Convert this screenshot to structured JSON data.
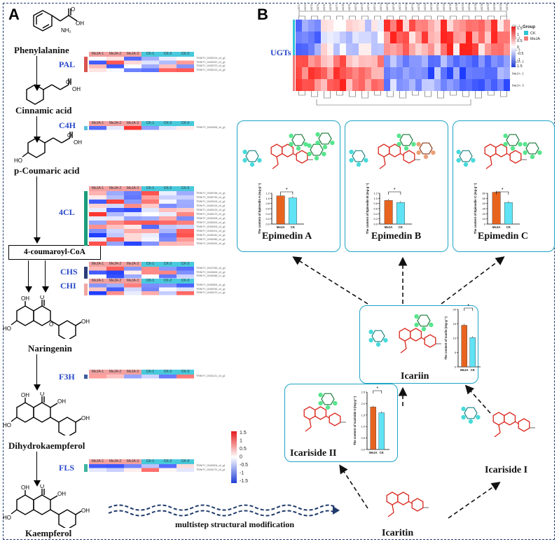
{
  "panels": {
    "a": "A",
    "b": "B"
  },
  "pathway": {
    "compounds": [
      "Phenylalanine",
      "Cinnamic acid",
      "p-Coumaric acid",
      "4-coumaroyl-CoA",
      "Naringenin",
      "Dihydrokaempferol",
      "Kaempferol"
    ],
    "enzymes": [
      "PAL",
      "C4H",
      "4CL",
      "CHS",
      "CHI",
      "F3H",
      "FLS"
    ],
    "heatmap_cols": [
      "MeJA-1",
      "MeJA-2",
      "MeJA-3",
      "CK-1",
      "CK-2",
      "CK-3"
    ],
    "gene_ids": {
      "pal": [
        "TRINITY_DN32214_c0_g1",
        "TRINITY_DN31997_c0_g1",
        "TRINITY_DN32270_c0_g1",
        "TRINITY_DN32214_c0_g2"
      ],
      "c4h": [
        "TRINITY_DN31833_c0_g1"
      ],
      "fcl": [
        "TRINITY_DN30765_c0_g1",
        "TRINITY_DN30730_c0_g1",
        "TRINITY_DN29100_c0_g1",
        "TRINITY_DN30115_c0_g1",
        "TRINITY_DN29120_c0_g1",
        "TRINITY_DN30170_c0_g1",
        "TRINITY_DN32305_c0_g1",
        "TRINITY_DN32400_c0_g1",
        "TRINITY_DN32000_c0_g1",
        "TRINITY_DN31001_c0_g1",
        "TRINITY_DN32240_c0_g1",
        "TRINITY_DN32480_c0_g1",
        "TRINITY_DN29020_c0_g1"
      ],
      "chs": [
        "TRINITY_DN27330_c0_g2",
        "TRINITY_DN31800_c0_g1",
        "TRINITY_DN31848_c1_g1"
      ],
      "chi": [
        "TRINITY_DN30800_c0_g1",
        "TRINITY_DN30030_c0_g1",
        "TRINITY_DN32070_c1_g1"
      ],
      "f3h": [
        "TRINITY_DN31121_c0_g1"
      ],
      "fls": [
        "TRINITY_DN33304_c0_g1",
        "TRINITY_DN31170_c0_g1"
      ]
    },
    "colorbar_ticks": [
      "1.5",
      "1",
      "0.5",
      "0",
      "-0.5",
      "-1",
      "-1.5"
    ],
    "bottom_arrow_label": "multistep structural modification"
  },
  "ugt_heatmap": {
    "side_label": "UGTs",
    "rows": [
      "CK- 1",
      "CK- 2",
      "CK- 3",
      "MeJA- 2",
      "MeJA- 1",
      "MeJA- 3"
    ],
    "legend_title": "Group",
    "groups": [
      "CK",
      "MeJA"
    ],
    "scale_ticks": [
      "1.5",
      "1",
      "0.5",
      "0",
      "-0.5",
      "-1",
      "1.5"
    ],
    "group_colors": {
      "ck": "#2fc6d6",
      "meja": "#f07a7a"
    }
  },
  "products": {
    "epimedin_a": {
      "name": "Epimedin A",
      "ylabel": "The content of Epimedin A (mg·g⁻¹)",
      "yticks": [
        "0.0",
        "0.2",
        "0.4",
        "0.6",
        "0.8",
        "1.0",
        "1.2"
      ],
      "sig": "*"
    },
    "epimedin_b": {
      "name": "Epimedin B",
      "ylabel": "The content of Epimedin B (mg·g⁻¹)",
      "yticks": [
        "0.0",
        "0.2",
        "0.4",
        "0.6",
        "0.8",
        "1.0",
        "1.2"
      ],
      "sig": "*"
    },
    "epimedin_c": {
      "name": "Epimedin C",
      "ylabel": "The content of Epimedin C (mg·g⁻¹)",
      "yticks": [
        "0",
        "10",
        "20",
        "30",
        "40",
        "50",
        "60"
      ],
      "sig": "*"
    },
    "icariin": {
      "name": "Icariin",
      "ylabel": "The content of Icariin (mg·g⁻¹)",
      "yticks": [
        "0",
        "5",
        "10",
        "15",
        "20"
      ],
      "sig": "*"
    },
    "icariside_ii": {
      "name": "Icariside II",
      "ylabel": "The content of Icariside II (mg·g⁻¹)",
      "yticks": [
        "0.0",
        "0.5",
        "1.0",
        "1.5",
        "2.0",
        "2.5"
      ],
      "sig": "*"
    },
    "icariside_i": {
      "name": "Icariside I"
    },
    "icaritin": {
      "name": "Icaritin"
    },
    "bar_categories": [
      "MeJA",
      "CK"
    ],
    "bar_colors": {
      "meja": "#e8641e",
      "ck": "#5fe3f5"
    }
  },
  "chart_data": [
    {
      "type": "bar",
      "categories": [
        "MeJA",
        "CK"
      ],
      "values": [
        1.1,
        1.02
      ],
      "ylim": [
        0,
        1.2
      ],
      "ylabel": "The content of Epimedin A (mg·g⁻¹)"
    },
    {
      "type": "bar",
      "categories": [
        "MeJA",
        "CK"
      ],
      "values": [
        0.92,
        0.84
      ],
      "ylim": [
        0,
        1.2
      ],
      "ylabel": "The content of Epimedin B (mg·g⁻¹)"
    },
    {
      "type": "bar",
      "categories": [
        "MeJA",
        "CK"
      ],
      "values": [
        62,
        42
      ],
      "ylim": [
        0,
        60
      ],
      "ylabel": "The content of Epimedin C (mg·g⁻¹)"
    },
    {
      "type": "bar",
      "categories": [
        "MeJA",
        "CK"
      ],
      "values": [
        14.5,
        10.2
      ],
      "ylim": [
        0,
        20
      ],
      "ylabel": "The content of Icariin (mg·g⁻¹)"
    },
    {
      "type": "bar",
      "categories": [
        "MeJA",
        "CK"
      ],
      "values": [
        1.85,
        1.6
      ],
      "ylim": [
        0,
        2.5
      ],
      "ylabel": "The content of Icariside II (mg·g⁻¹)"
    }
  ]
}
